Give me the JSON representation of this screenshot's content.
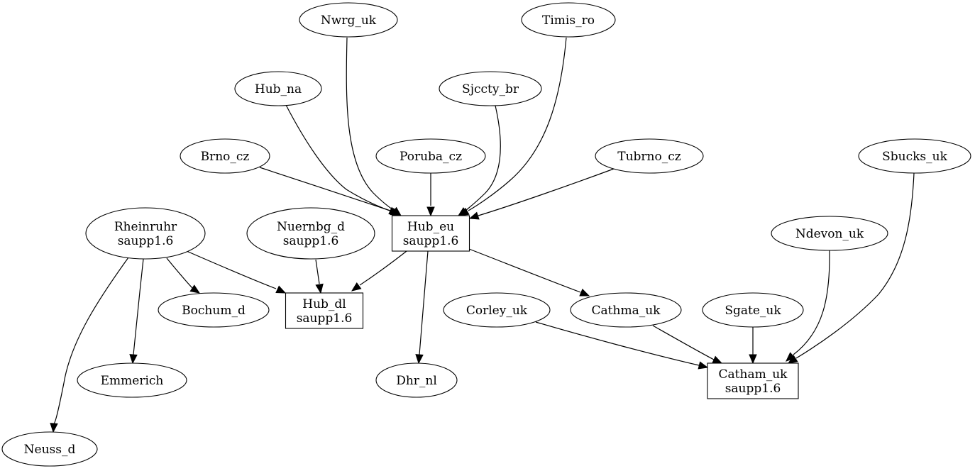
{
  "graph": {
    "type": "directed-graph",
    "nodes": [
      {
        "id": "nwrg_uk",
        "lines": [
          "Nwrg_uk"
        ],
        "shape": "ellipse"
      },
      {
        "id": "timis_ro",
        "lines": [
          "Timis_ro"
        ],
        "shape": "ellipse"
      },
      {
        "id": "hub_na",
        "lines": [
          "Hub_na"
        ],
        "shape": "ellipse"
      },
      {
        "id": "sjccty_br",
        "lines": [
          "Sjccty_br"
        ],
        "shape": "ellipse"
      },
      {
        "id": "brno_cz",
        "lines": [
          "Brno_cz"
        ],
        "shape": "ellipse"
      },
      {
        "id": "poruba_cz",
        "lines": [
          "Poruba_cz"
        ],
        "shape": "ellipse"
      },
      {
        "id": "tubrno_cz",
        "lines": [
          "Tubrno_cz"
        ],
        "shape": "ellipse"
      },
      {
        "id": "sbucks_uk",
        "lines": [
          "Sbucks_uk"
        ],
        "shape": "ellipse"
      },
      {
        "id": "rheinruhr",
        "lines": [
          "Rheinruhr",
          "saupp1.6"
        ],
        "shape": "ellipse"
      },
      {
        "id": "nuernbg_d",
        "lines": [
          "Nuernbg_d",
          "saupp1.6"
        ],
        "shape": "ellipse"
      },
      {
        "id": "hub_eu",
        "lines": [
          "Hub_eu",
          "saupp1.6"
        ],
        "shape": "box"
      },
      {
        "id": "ndevon_uk",
        "lines": [
          "Ndevon_uk"
        ],
        "shape": "ellipse"
      },
      {
        "id": "bochum_d",
        "lines": [
          "Bochum_d"
        ],
        "shape": "ellipse"
      },
      {
        "id": "hub_dl",
        "lines": [
          "Hub_dl",
          "saupp1.6"
        ],
        "shape": "box"
      },
      {
        "id": "corley_uk",
        "lines": [
          "Corley_uk"
        ],
        "shape": "ellipse"
      },
      {
        "id": "cathma_uk",
        "lines": [
          "Cathma_uk"
        ],
        "shape": "ellipse"
      },
      {
        "id": "sgate_uk",
        "lines": [
          "Sgate_uk"
        ],
        "shape": "ellipse"
      },
      {
        "id": "emmerich",
        "lines": [
          "Emmerich"
        ],
        "shape": "ellipse"
      },
      {
        "id": "dhr_nl",
        "lines": [
          "Dhr_nl"
        ],
        "shape": "ellipse"
      },
      {
        "id": "catham_uk",
        "lines": [
          "Catham_uk",
          "saupp1.6"
        ],
        "shape": "box"
      },
      {
        "id": "neuss_d",
        "lines": [
          "Neuss_d"
        ],
        "shape": "ellipse"
      }
    ],
    "edges": [
      {
        "from": "nwrg_uk",
        "to": "hub_eu"
      },
      {
        "from": "timis_ro",
        "to": "hub_eu"
      },
      {
        "from": "hub_na",
        "to": "hub_eu"
      },
      {
        "from": "sjccty_br",
        "to": "hub_eu"
      },
      {
        "from": "brno_cz",
        "to": "hub_eu"
      },
      {
        "from": "poruba_cz",
        "to": "hub_eu"
      },
      {
        "from": "tubrno_cz",
        "to": "hub_eu"
      },
      {
        "from": "rheinruhr",
        "to": "hub_dl"
      },
      {
        "from": "rheinruhr",
        "to": "bochum_d"
      },
      {
        "from": "rheinruhr",
        "to": "emmerich"
      },
      {
        "from": "rheinruhr",
        "to": "neuss_d"
      },
      {
        "from": "nuernbg_d",
        "to": "hub_dl"
      },
      {
        "from": "hub_eu",
        "to": "hub_dl"
      },
      {
        "from": "hub_eu",
        "to": "dhr_nl"
      },
      {
        "from": "hub_eu",
        "to": "cathma_uk"
      },
      {
        "from": "corley_uk",
        "to": "catham_uk"
      },
      {
        "from": "cathma_uk",
        "to": "catham_uk"
      },
      {
        "from": "sgate_uk",
        "to": "catham_uk"
      },
      {
        "from": "ndevon_uk",
        "to": "catham_uk"
      },
      {
        "from": "sbucks_uk",
        "to": "catham_uk"
      }
    ]
  }
}
